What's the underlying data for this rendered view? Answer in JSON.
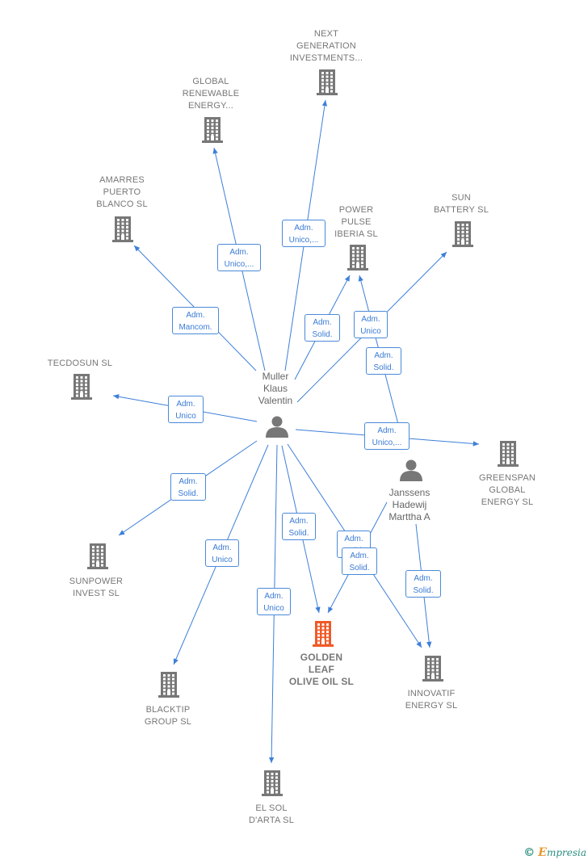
{
  "diagram": {
    "persons": [
      {
        "id": "muller",
        "label": "Muller\nKlaus\nValentin"
      },
      {
        "id": "janssens",
        "label": "Janssens\nHadewij\nMarttha A"
      }
    ],
    "companies": [
      {
        "id": "next",
        "label": "NEXT\nGENERATION\nINVESTMENTS...",
        "highlight": false
      },
      {
        "id": "global",
        "label": "GLOBAL\nRENEWABLE\nENERGY...",
        "highlight": false
      },
      {
        "id": "amarres",
        "label": "AMARRES\nPUERTO\nBLANCO SL",
        "highlight": false
      },
      {
        "id": "power",
        "label": "POWER\nPULSE\nIBERIA SL",
        "highlight": false
      },
      {
        "id": "sun",
        "label": "SUN\nBATTERY SL",
        "highlight": false
      },
      {
        "id": "tecdosun",
        "label": "TECDOSUN SL",
        "highlight": false
      },
      {
        "id": "greenspan",
        "label": "GREENSPAN\nGLOBAL\nENERGY SL",
        "highlight": false
      },
      {
        "id": "sunpower",
        "label": "SUNPOWER\nINVEST SL",
        "highlight": false
      },
      {
        "id": "golden",
        "label": "GOLDEN\nLEAF\nOLIVE OIL SL",
        "highlight": true
      },
      {
        "id": "innovatif",
        "label": "INNOVATIF\nENERGY SL",
        "highlight": false
      },
      {
        "id": "blacktip",
        "label": "BLACKTIP\nGROUP SL",
        "highlight": false
      },
      {
        "id": "elsol",
        "label": "EL SOL\nD'ARTA SL",
        "highlight": false
      }
    ],
    "edges": [
      {
        "from": "muller",
        "to": "next",
        "label": "Adm.\nUnico,..."
      },
      {
        "from": "muller",
        "to": "global",
        "label": "Adm.\nUnico,..."
      },
      {
        "from": "muller",
        "to": "amarres",
        "label": "Adm.\nMancom."
      },
      {
        "from": "muller",
        "to": "power",
        "label": "Adm.\nSolid."
      },
      {
        "from": "muller",
        "to": "sun",
        "label": "Adm.\nUnico"
      },
      {
        "from": "janssens",
        "to": "power",
        "label": "Adm.\nSolid."
      },
      {
        "from": "muller",
        "to": "tecdosun",
        "label": "Adm.\nUnico"
      },
      {
        "from": "muller",
        "to": "greenspan",
        "label": "Adm.\nUnico,..."
      },
      {
        "from": "muller",
        "to": "sunpower",
        "label": "Adm.\nSolid."
      },
      {
        "from": "muller",
        "to": "blacktip",
        "label": "Adm.\nUnico"
      },
      {
        "from": "muller",
        "to": "elsol",
        "label": "Adm.\nUnico"
      },
      {
        "from": "muller",
        "to": "golden",
        "label": "Adm.\nSolid."
      },
      {
        "from": "muller",
        "to": "innovatif",
        "label": "Adm.\nSolid."
      },
      {
        "from": "janssens",
        "to": "golden",
        "label": "Adm.\nSolid."
      },
      {
        "from": "janssens",
        "to": "innovatif",
        "label": "Adm.\nSolid."
      }
    ],
    "colors": {
      "edge": "#3d7fd9",
      "building": "#777777",
      "highlight": "#f05a28",
      "person": "#777777"
    }
  },
  "brand": {
    "copyright": "©",
    "name": "mpresia",
    "initial": "E"
  }
}
